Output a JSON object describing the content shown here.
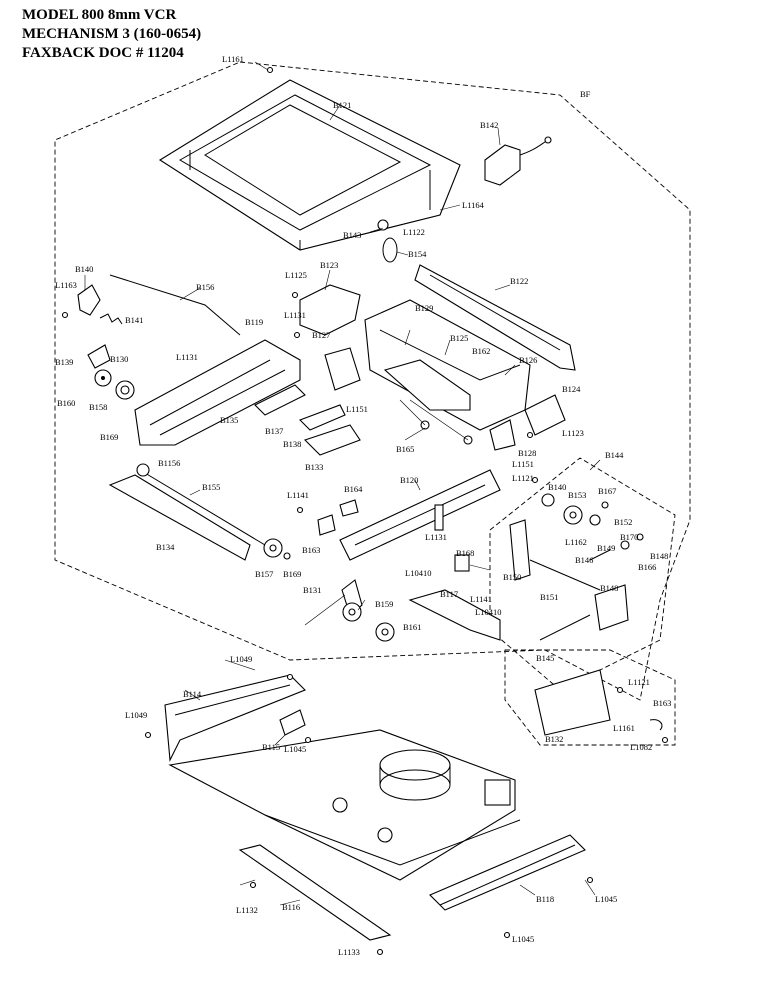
{
  "header": {
    "line1": "MODEL 800 8mm VCR",
    "line2": "MECHANISM 3  (160-0654)",
    "line3": "FAXBACK DOC # 11204"
  },
  "labels": {
    "L1161": "L1161",
    "B121": "B121",
    "BF": "BF",
    "B142": "B142",
    "L1164": "L1164",
    "B143": "B143",
    "L1122": "L1122",
    "B154": "B154",
    "B123": "B123",
    "B122": "B122",
    "B140a": "B140",
    "L1163": "L1163",
    "B141": "B141",
    "B156": "B156",
    "L1125": "L1125",
    "L1131a": "L1131",
    "B119": "B119",
    "B127": "B127",
    "B129": "B129",
    "B125": "B125",
    "B162": "B162",
    "B126": "B126",
    "B139": "B139",
    "L1131b": "L1131",
    "B130": "B130",
    "B160": "B160",
    "B158": "B158",
    "B135": "B135",
    "L1151a": "L1151",
    "B124": "B124",
    "B137": "B137",
    "B138": "B138",
    "B165": "B165",
    "B128": "B128",
    "L1123": "L1123",
    "B169a": "B169",
    "B133": "B133",
    "L1151b": "L1151",
    "B144": "B144",
    "B1156": "B1156",
    "L1121a": "L1121",
    "B155": "B155",
    "B120": "B120",
    "B140b": "B140",
    "B153": "B153",
    "B167": "B167",
    "L1141a": "L1141",
    "B164": "B164",
    "B152": "B152",
    "B134": "B134",
    "L1131c": "L1131",
    "L1162": "L1162",
    "B170": "B170",
    "B163a": "B163",
    "B168": "B168",
    "B149": "B149",
    "B148a": "B148",
    "B146": "B146",
    "B166": "B166",
    "L10410a": "L10410",
    "B157": "B157",
    "B169b": "B169",
    "B150": "B150",
    "B148b": "B148",
    "B117": "B117",
    "L1141b": "L1141",
    "B131": "B131",
    "B159": "B159",
    "L10410b": "L10410",
    "B151": "B151",
    "B161": "B161",
    "B145": "B145",
    "L1049a": "L1049",
    "L1121b": "L1121",
    "B114": "B114",
    "B163b": "B163",
    "L1049b": "L1049",
    "L1161b": "L1161",
    "B115": "B115",
    "L1045a": "L1045",
    "B132": "B132",
    "L1082": "L1082",
    "L1132": "L1132",
    "B116": "B116",
    "B118": "B118",
    "L1045b": "L1045",
    "L1045c": "L1045",
    "L1133": "L1133"
  }
}
